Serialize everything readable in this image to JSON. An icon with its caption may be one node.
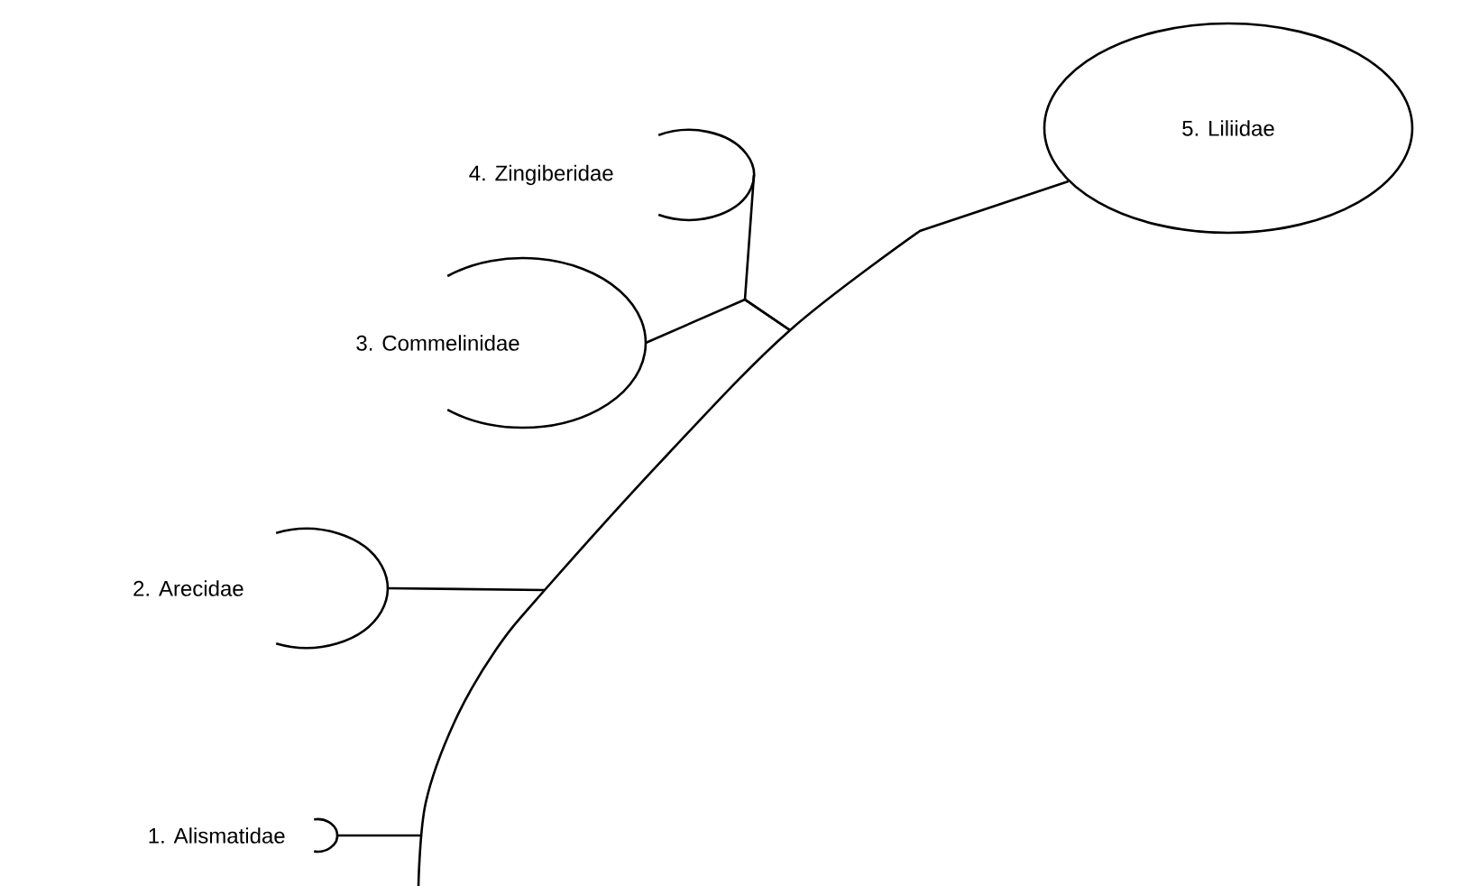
{
  "diagram": {
    "nodes": [
      {
        "text": [
          "1. Alismatidae"
        ]
      },
      {
        "text": [
          "2. Arecidae"
        ]
      },
      {
        "text": [
          "3. Commelinidae"
        ]
      },
      {
        "text": [
          "4. Zingiberidae"
        ]
      },
      {
        "text": [
          "5. Liliidae"
        ]
      }
    ],
    "edges": [
      {
        "from": null,
        "to": 4,
        "arrow": "none"
      },
      {
        "from": 0,
        "to": null,
        "arrow": "none"
      },
      {
        "from": 1,
        "to": null,
        "arrow": "none"
      },
      {
        "from": 2,
        "to": null,
        "arrow": "none"
      },
      {
        "from": 3,
        "to": null,
        "arrow": "none"
      }
    ]
  }
}
